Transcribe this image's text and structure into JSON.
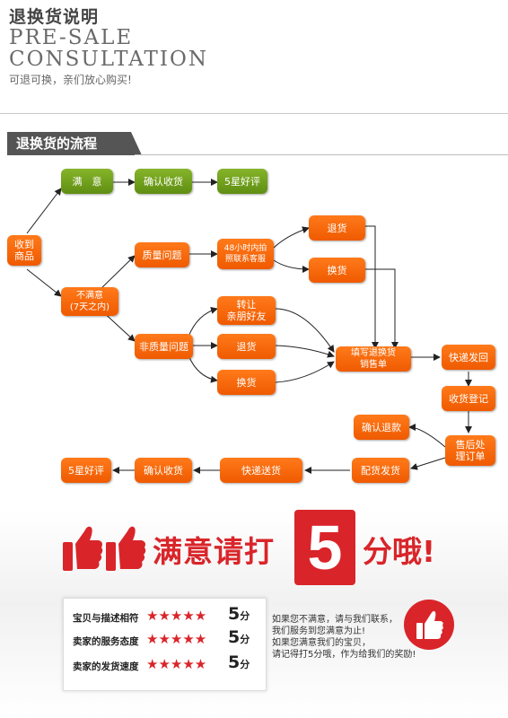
{
  "header": {
    "title": "退换货说明",
    "en_line1": "PRE-SALE",
    "en_line2": "CONSULTATION",
    "subtitle": "可退可换，亲们放心购买!"
  },
  "section": {
    "title": "退换货的流程"
  },
  "flow": {
    "received": "收到\n商品",
    "satisfied": "满　意",
    "confirm_receipt_top": "确认收货",
    "five_star_top": "5星好评",
    "unsatisfied": "不满意\n(7天之内)",
    "quality_issue": "质量问题",
    "contact_48h": "48小时内拍\n照联系客服",
    "return_upper": "退货",
    "exchange_upper": "换货",
    "non_quality_issue": "非质量问题",
    "transfer_friend": "转让\n亲朋好友",
    "return_lower": "退货",
    "exchange_lower": "换货",
    "fill_form": "填写退换货\n销售单",
    "express_return": "快递发回",
    "receipt_register": "收货登记",
    "after_sales": "售后处\n理订单",
    "confirm_refund": "确认退款",
    "dispatch": "配货发货",
    "express_send": "快递送货",
    "confirm_receipt_bottom": "确认收货",
    "five_star_bottom": "5星好评"
  },
  "promo": {
    "headline_left": "满意请打",
    "headline_number": "5",
    "headline_right": "分哦!"
  },
  "ratings": [
    {
      "label": "宝贝与描述相符",
      "score": "5",
      "unit": "分"
    },
    {
      "label": "卖家的服务态度",
      "score": "5",
      "unit": "分"
    },
    {
      "label": "卖家的发货速度",
      "score": "5",
      "unit": "分"
    }
  ],
  "star_glyphs": "★★★★★",
  "message": {
    "line1": "如果您不满意，请与我们联系，",
    "line2": "我们服务到您满意为止!",
    "line3": "如果您满意我们的宝贝，",
    "line4": "请记得打5分哦，作为给我们的奖励!"
  },
  "colors": {
    "orange": "#f26a0b",
    "green": "#6f9e1c",
    "red": "#d9252a",
    "dark": "#555555"
  },
  "icons": [
    "thumbs-up-icon"
  ]
}
